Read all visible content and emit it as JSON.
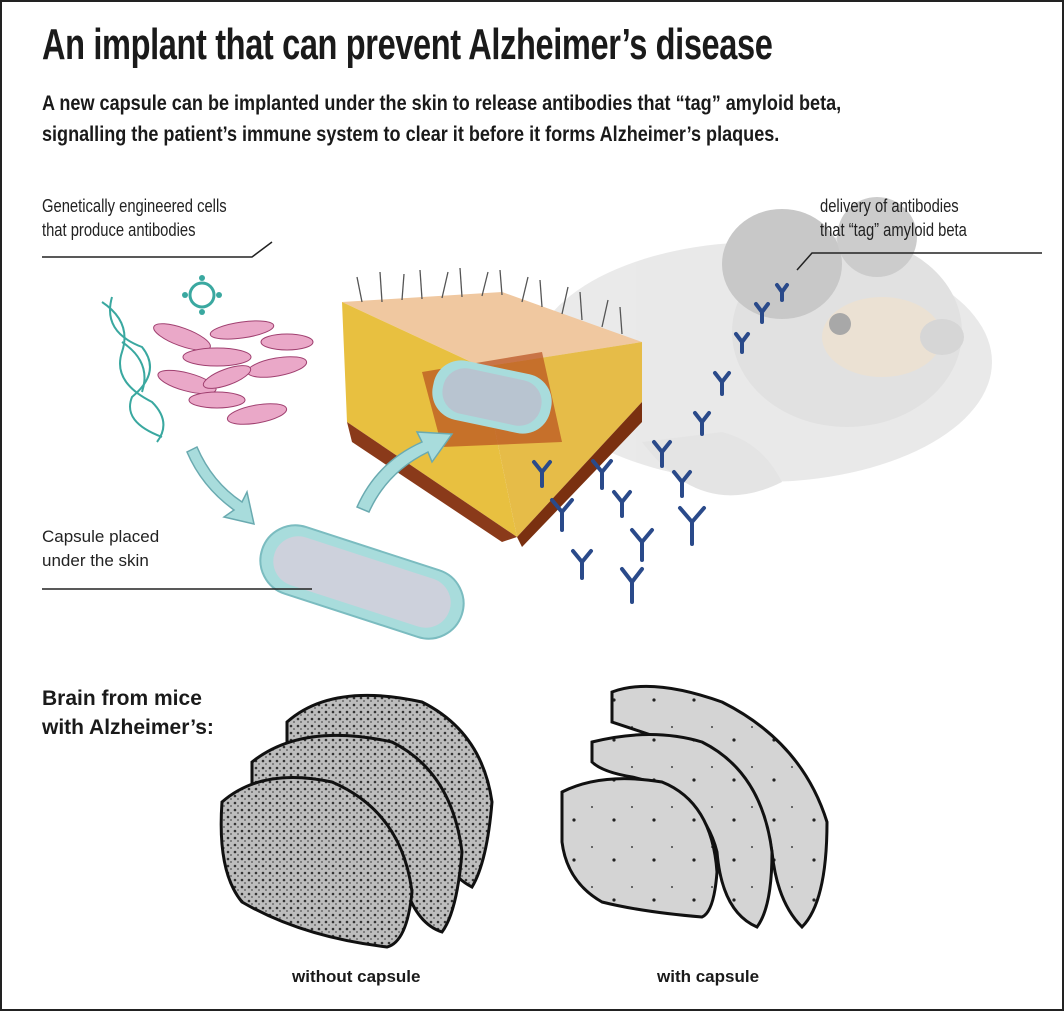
{
  "title": "An implant that can prevent Alzheimer’s disease",
  "subtitle": {
    "line1": "A new capsule can be implanted under the skin to release antibodies that “tag” amyloid beta,",
    "line2": "signalling the patient’s immune system to clear it before it forms Alzheimer’s plaques."
  },
  "labels": {
    "cells_line1": "Genetically engineered cells",
    "cells_line2": "that produce antibodies",
    "delivery_line1": "delivery of antibodies",
    "delivery_line2": "that “tag” amyloid beta",
    "capsule_line1": "Capsule placed",
    "capsule_line2": "under the skin"
  },
  "brain": {
    "heading_line1": "Brain from mice",
    "heading_line2": "with Alzheimer’s:",
    "caption_without": "without capsule",
    "caption_with": "with capsule"
  },
  "colors": {
    "capsule": "#a8dcdc",
    "antibody": "#2a4a8a",
    "cells": "#e6a0c0",
    "dna": "#3aa8a0",
    "skin": "#e8c040"
  }
}
